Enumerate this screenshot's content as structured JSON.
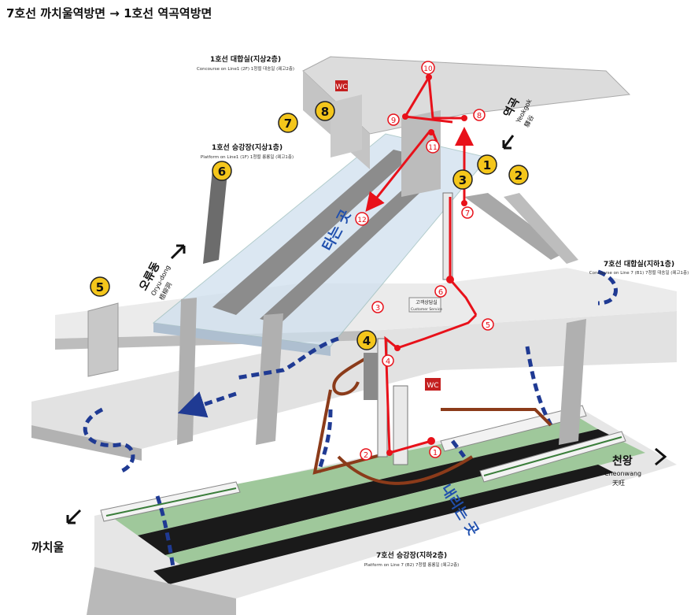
{
  "header": {
    "title": "7호선 까치울역방면 → 1호선 역곡역방면"
  },
  "labels": {
    "concourse_line1_kr": "1호선 대합실(지상2층)",
    "concourse_line1_en": "Concourse on Line1 (2F) 1청렬 대송일 (웨고2층)",
    "platform_line1_kr": "1호선 승강장(지상1층)",
    "platform_line1_en": "Platform on Line1 (1F) 1청렬 륭룡일 (웨고1층)",
    "concourse_line7_kr": "7호선 대합실(지하1층)",
    "concourse_line7_en": "Concourse on Line 7 (B1) 7청렬 대송일 (웨고1층)",
    "platform_line7_kr": "7호선 승강장(지하2층)",
    "platform_line7_en": "Platform on Line 7 (B2) 7청렬 륭룡일 (웨고2층)",
    "customer_center_kr": "고객상담실",
    "customer_center_en": "Customer Service",
    "going_up": "타는 곳",
    "going_down": "내리는 곳"
  },
  "directions": [
    {
      "id": "yeokgok",
      "kr": "역곡",
      "en": "Yeokgok",
      "hanja": "驛谷"
    },
    {
      "id": "oryudong",
      "kr": "오류동",
      "en": "Oryu-dong",
      "hanja": "梧柳洞"
    },
    {
      "id": "cheonwang",
      "kr": "천왕",
      "en": "Cheonwang",
      "hanja": "天旺"
    },
    {
      "id": "kkachiul",
      "kr": "까치울",
      "en": "",
      "hanja": ""
    }
  ],
  "exits": [
    "1",
    "2",
    "3",
    "4",
    "5",
    "6",
    "7",
    "8"
  ],
  "route_steps": [
    "1",
    "2",
    "3",
    "4",
    "5",
    "6",
    "7",
    "8",
    "9",
    "10",
    "11",
    "12"
  ],
  "colors": {
    "route": "#e8111a",
    "exit_badge": "#f4c61b",
    "passage": "#1f3a93",
    "transfer": "#8b3b1a",
    "platform_green": "#9fc89b",
    "track": "#1a1a1a",
    "structure": "#cfcfcf",
    "structure_dark": "#9a9a9a",
    "glass": "#cfe0ee",
    "wc": "#c41f1f",
    "lift": "#1f4fae"
  }
}
